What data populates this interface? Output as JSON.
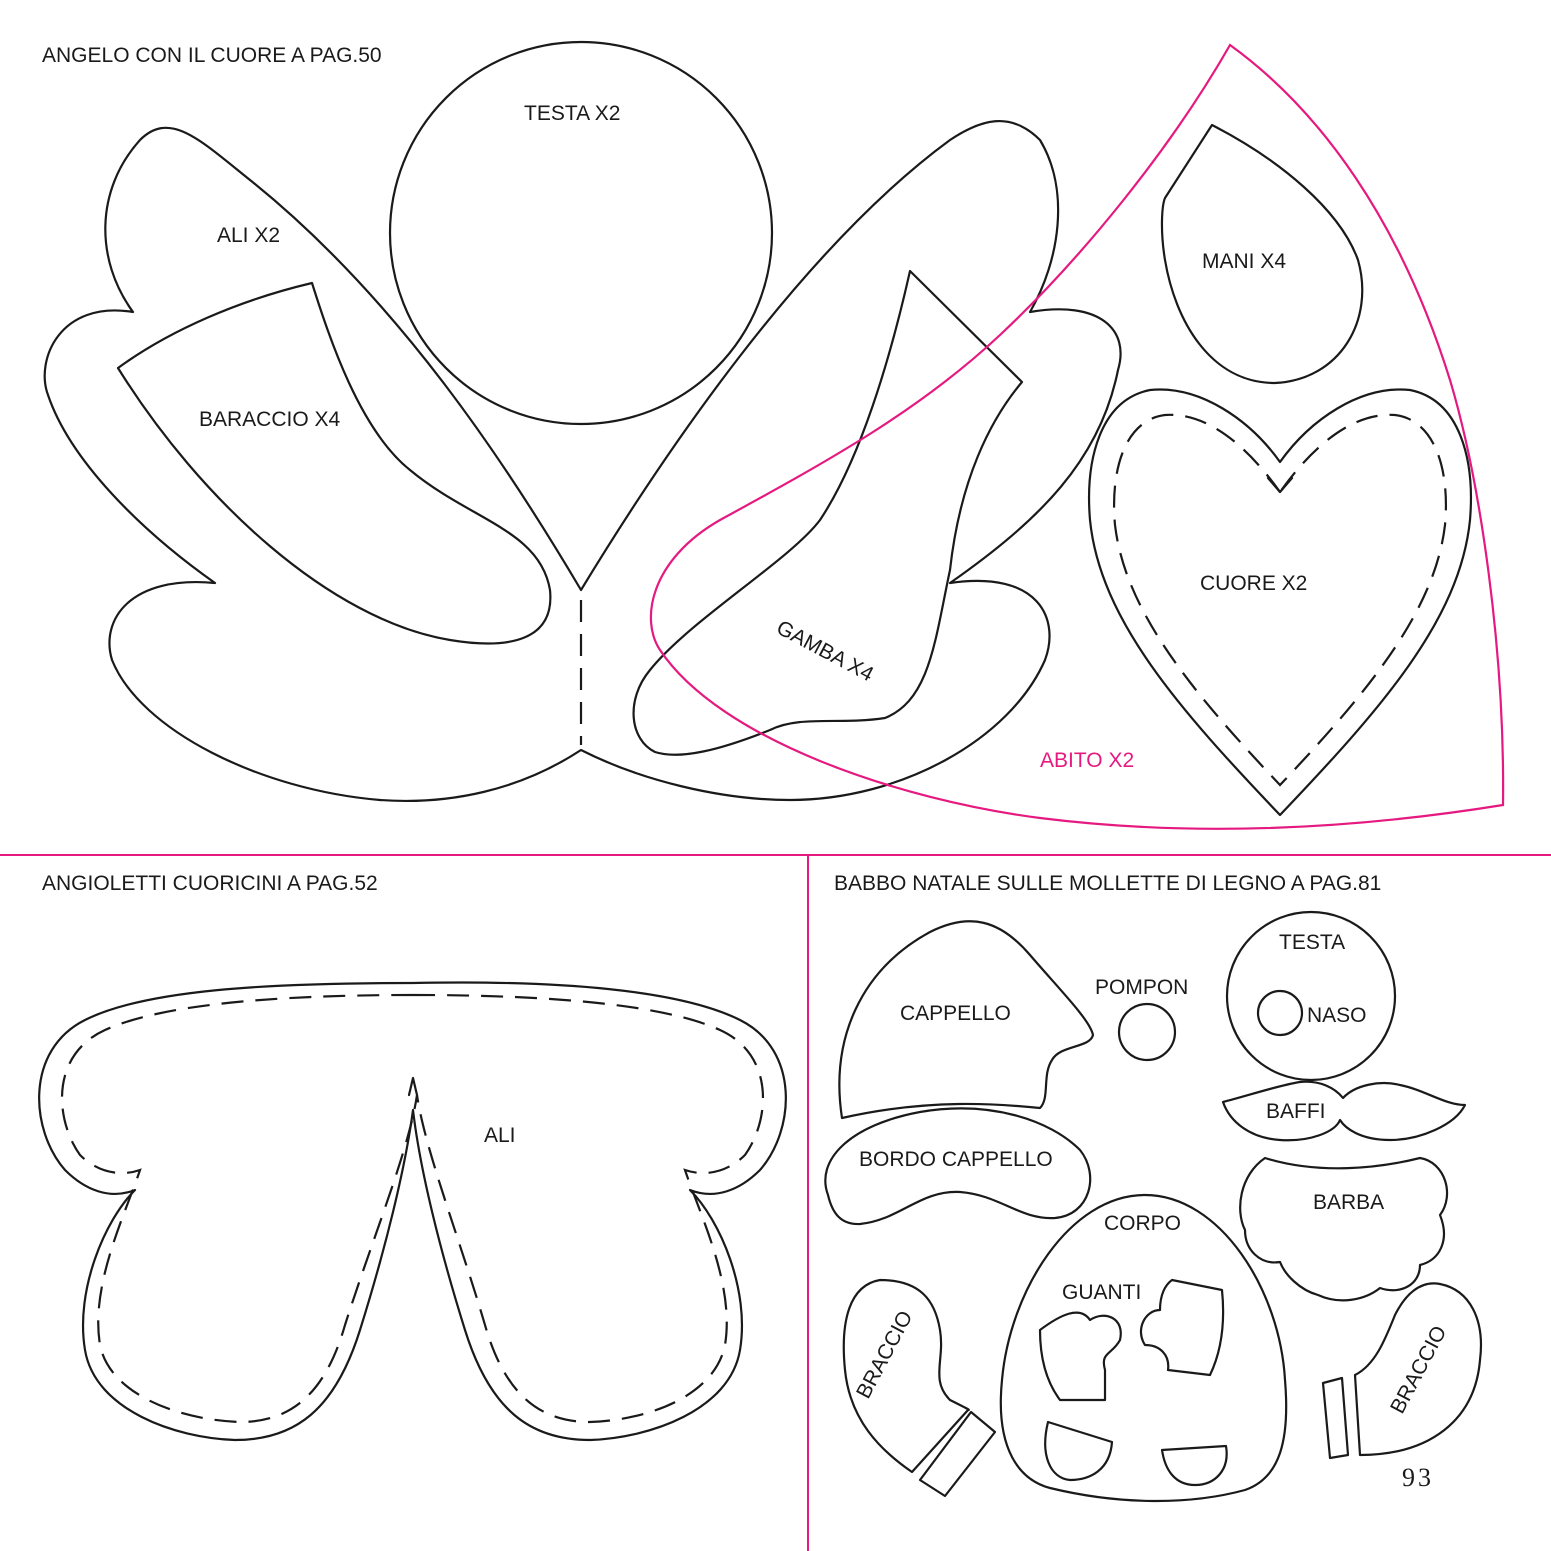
{
  "sections": {
    "angelo": {
      "title": "ANGELO CON IL CUORE A PAG.50",
      "labels": {
        "testa": "TESTA X2",
        "ali": "ALI X2",
        "braccio": "BARACCIO X4",
        "gamba": "GAMBA X4",
        "mani": "MANI X4",
        "cuore": "CUORE X2",
        "abito": "ABITO X2"
      }
    },
    "angioletti": {
      "title": "ANGIOLETTI CUORICINI A PAG.52",
      "labels": {
        "ali": "ALI"
      }
    },
    "babbo": {
      "title": "BABBO NATALE SULLE MOLLETTE DI LEGNO A PAG.81",
      "labels": {
        "cappello": "CAPPELLO",
        "pompon": "POMPON",
        "testa": "TESTA",
        "naso": "NASO",
        "baffi": "BAFFI",
        "bordo_cappello": "BORDO CAPPELLO",
        "barba": "BARBA",
        "corpo": "CORPO",
        "guanti": "GUANTI",
        "braccio_left": "BRACCIO",
        "braccio_right": "BRACCIO"
      }
    }
  },
  "page_number": "93",
  "colors": {
    "outline": "#1a1a1a",
    "accent": "#e5197f",
    "background": "#ffffff"
  }
}
